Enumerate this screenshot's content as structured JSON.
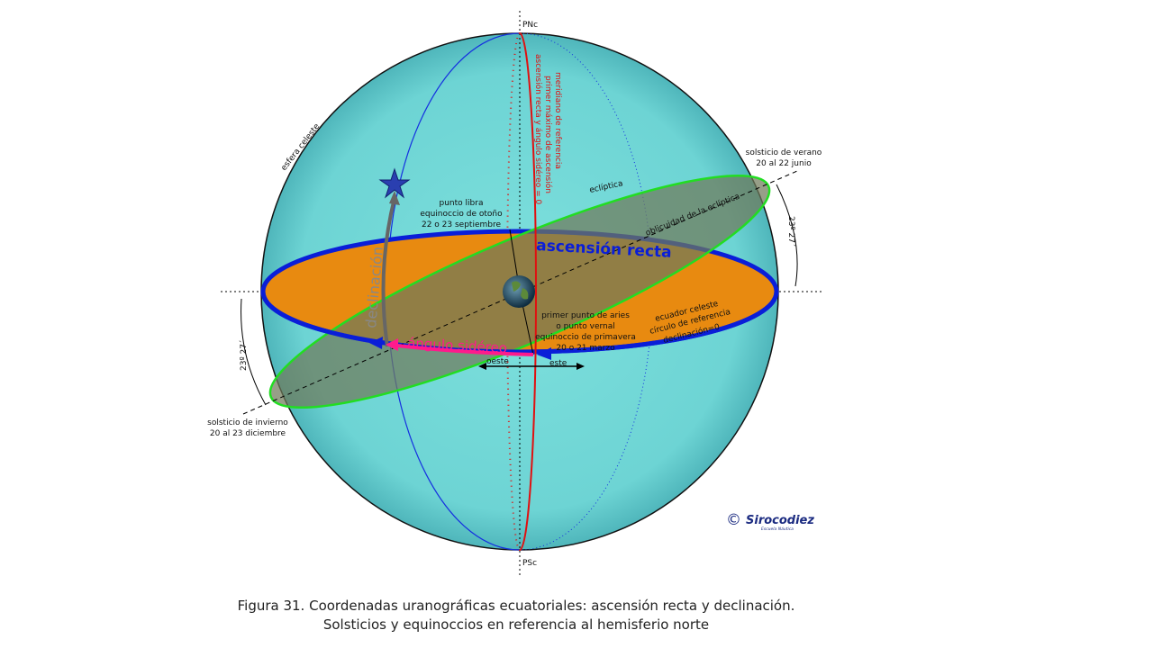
{
  "poles": {
    "north": "PNc",
    "south": "PSc"
  },
  "labels": {
    "celestial_sphere": "esfera celeste",
    "reference_meridian": [
      "meridiano de referencia",
      "primer máximo de ascensión",
      "ascensión recta y ángulo sidéreo = 0"
    ],
    "ecliptic": "eclíptica",
    "obliquity": "oblicuidad de la eclíptica",
    "summer_solstice": [
      "solsticio de verano",
      "20 al 22 junio"
    ],
    "winter_solstice": [
      "solsticio de invierno",
      "20 al 23 diciembre"
    ],
    "libra_point": [
      "punto libra",
      "equinoccio de otoño",
      "22 o 23 septiembre"
    ],
    "aries_point": [
      "primer punto de aries",
      "o punto vernal",
      "equinoccio de primavera",
      "20 o 21 marzo"
    ],
    "celestial_equator": [
      "ecuador celeste",
      "círculo de referencia",
      "declinación=0"
    ],
    "right_ascension": "ascensión recta",
    "declination": "declinación",
    "sidereal_angle": "ángulo sidéreo",
    "west": "oeste",
    "east": "este",
    "angle_right": "23º 27´",
    "angle_left": "23º 27´"
  },
  "logo": {
    "symbol": "©",
    "name": "Sirocodiez",
    "sub": "Escuela Náutica"
  },
  "caption": [
    "Figura 31. Coordenadas uranográficas ecuatoriales: ascensión recta y declinación.",
    "Solsticios y equinoccios en referencia al hemisferio norte"
  ],
  "colors": {
    "sphere": "#72d6d6",
    "equator": "#0a1ed8",
    "ecliptic": "#22dd22",
    "meridian": "#e01010",
    "sidereal": "#ff1a8c",
    "orange": "#e88a10"
  }
}
